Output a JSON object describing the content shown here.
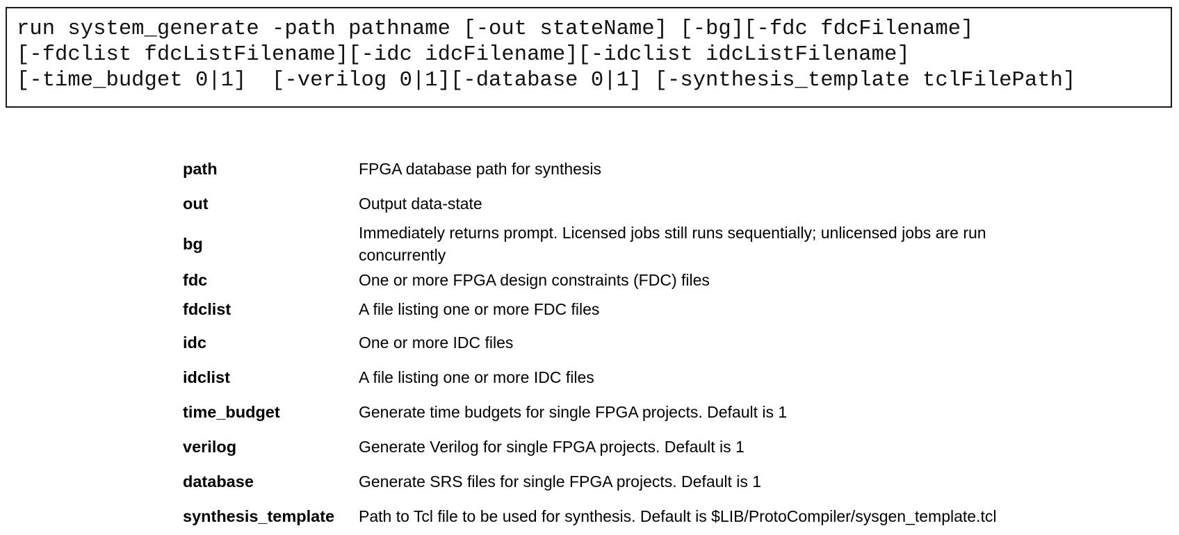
{
  "syntax": {
    "lines": [
      "run system_generate -path pathname [-out stateName] [-bg][-fdc fdcFilename]",
      "[-fdclist fdcListFilename][-idc idcFilename][-idclist idcListFilename]",
      "[-time_budget 0|1]  [-verilog 0|1][-database 0|1] [-synthesis_template tclFilePath]"
    ]
  },
  "options": [
    {
      "name": "path",
      "description": "FPGA database path for synthesis"
    },
    {
      "name": "out",
      "description": "Output data-state"
    },
    {
      "name": "bg",
      "description": "Immediately returns prompt. Licensed jobs still runs sequentially; unlicensed jobs are run concurrently"
    },
    {
      "name": "fdc",
      "description": "One or more FPGA design constraints (FDC) files"
    },
    {
      "name": "fdclist",
      "description": "A file listing one or more FDC files"
    },
    {
      "name": "idc",
      "description": "One or more IDC files"
    },
    {
      "name": "idclist",
      "description": "A file listing one or more IDC files"
    },
    {
      "name": "time_budget",
      "description": "Generate time budgets for single FPGA projects. Default is 1"
    },
    {
      "name": "verilog",
      "description": "Generate Verilog for single FPGA projects. Default is 1"
    },
    {
      "name": "database",
      "description": "Generate SRS files for single FPGA projects. Default is 1"
    },
    {
      "name": "synthesis_template",
      "description": "Path to Tcl file to be used for synthesis. Default is $LIB/ProtoCompiler/sysgen_template.tcl"
    }
  ]
}
